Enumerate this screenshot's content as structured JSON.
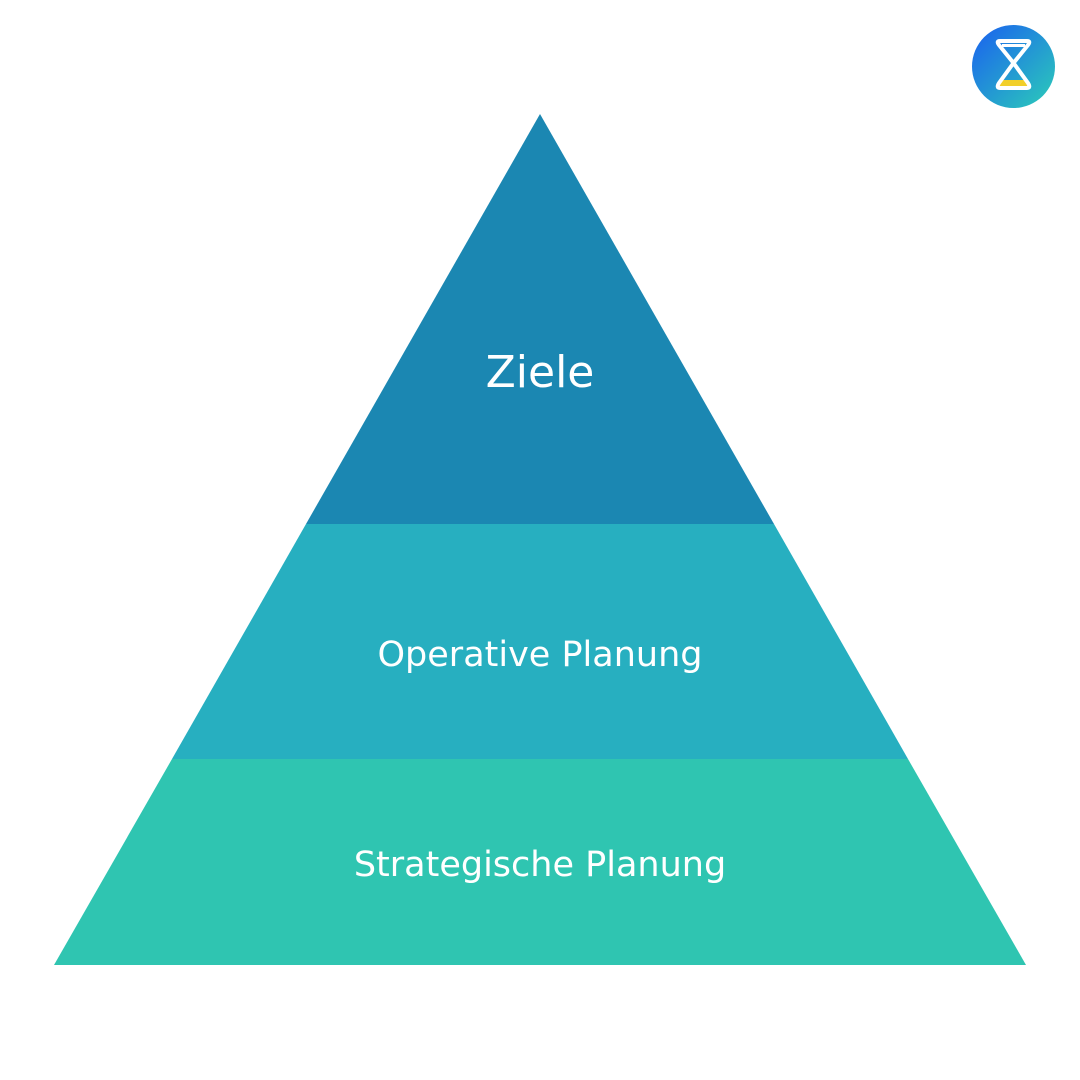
{
  "pyramid": {
    "tiers": [
      {
        "label": "Ziele",
        "color": "#1b87b2"
      },
      {
        "label": "Operative Planung",
        "color": "#27afc0"
      },
      {
        "label": "Strategische Planung",
        "color": "#2fc5b1"
      }
    ]
  },
  "logo": {
    "icon": "hourglass-icon",
    "gradient": [
      "#1a5ff0",
      "#2ccdb8"
    ],
    "accent": "#f2cf2a"
  }
}
